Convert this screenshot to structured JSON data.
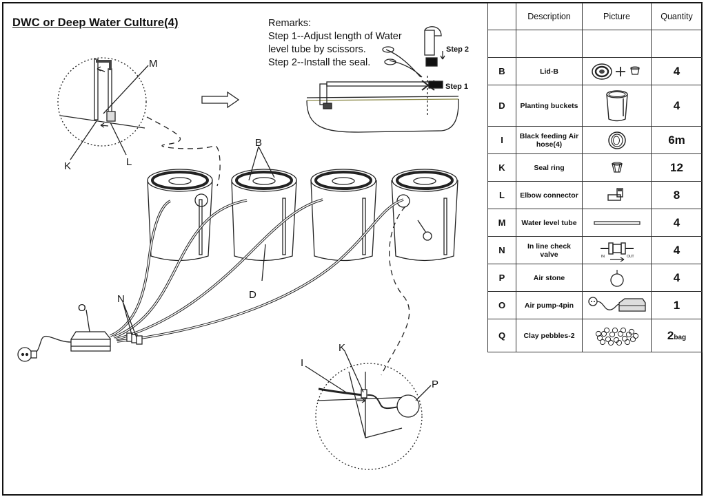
{
  "title": "DWC or Deep Water Culture(4)",
  "remarks": {
    "heading": "Remarks:",
    "step1": "Step 1--Adjust length of Water",
    "step1b": "level tube by scissors.",
    "step2": "Step 2--Install the seal."
  },
  "step_labels": {
    "step1": "Step 1",
    "step2": "Step 2"
  },
  "diagram_labels": {
    "M": "M",
    "K": "K",
    "L": "L",
    "B": "B",
    "D": "D",
    "N": "N",
    "O": "O",
    "I": "I",
    "K2": "K",
    "P": "P"
  },
  "valve_labels": {
    "in": "IN",
    "out": "OUT"
  },
  "table": {
    "headers": {
      "code": "",
      "description": "Description",
      "picture": "Picture",
      "quantity": "Quantity"
    },
    "rows": [
      {
        "code": "",
        "description": "",
        "icon": "blank",
        "qty": "",
        "qty_unit": ""
      },
      {
        "code": "B",
        "description": "Lid-B",
        "icon": "lid-icon",
        "qty": "4",
        "qty_unit": ""
      },
      {
        "code": "D",
        "description": "Planting buckets",
        "icon": "bucket-icon",
        "qty": "4",
        "qty_unit": ""
      },
      {
        "code": "I",
        "description": "Black feeding Air hose(4)",
        "icon": "hose-coil-icon",
        "qty": "6m",
        "qty_unit": ""
      },
      {
        "code": "K",
        "description": "Seal ring",
        "icon": "seal-ring-icon",
        "qty": "12",
        "qty_unit": ""
      },
      {
        "code": "L",
        "description": "Elbow connector",
        "icon": "elbow-connector-icon",
        "qty": "8",
        "qty_unit": ""
      },
      {
        "code": "M",
        "description": "Water level tube",
        "icon": "water-tube-icon",
        "qty": "4",
        "qty_unit": ""
      },
      {
        "code": "N",
        "description": "In line check valve",
        "icon": "check-valve-icon",
        "qty": "4",
        "qty_unit": ""
      },
      {
        "code": "P",
        "description": "Air stone",
        "icon": "air-stone-icon",
        "qty": "4",
        "qty_unit": ""
      },
      {
        "code": "O",
        "description": "Air pump-4pin",
        "icon": "air-pump-icon",
        "qty": "1",
        "qty_unit": ""
      },
      {
        "code": "Q",
        "description": "Clay pebbles-2",
        "icon": "clay-pebbles-icon",
        "qty": "2",
        "qty_unit": "bag"
      }
    ]
  }
}
